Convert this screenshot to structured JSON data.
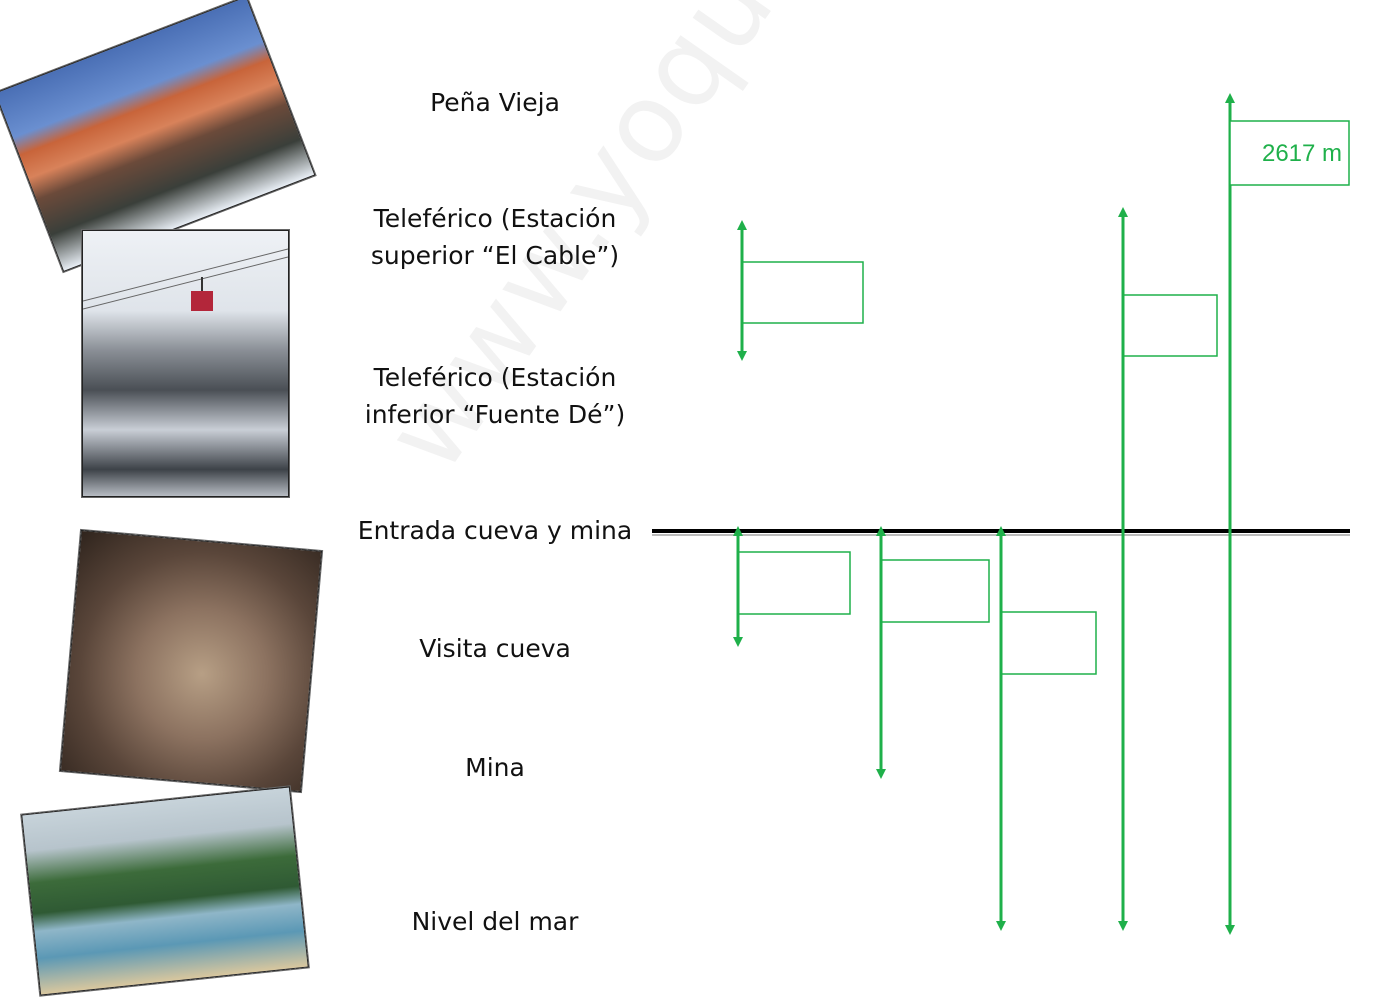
{
  "watermark": "www.yoquieroaprobar.es",
  "levels": {
    "pena_vieja": "Peña Vieja",
    "cable_top_line1": "Teleférico (Estación",
    "cable_top_line2": "superior “El Cable”)",
    "cable_bottom_line1": "Teleférico (Estación",
    "cable_bottom_line2": "inferior “Fuente Dé”)",
    "entrance": "Entrada cueva y mina",
    "cave": "Visita cueva",
    "mine": "Mina",
    "sea": "Nivel del  mar"
  },
  "answer_boxes": {
    "pena_vieja_height": "2617 m"
  },
  "colors": {
    "arrows": "#1fb04a",
    "ground_line": "#000000"
  },
  "photos": [
    "mountain-photo",
    "cable-car-photo",
    "cave-photo",
    "coast-photo"
  ]
}
